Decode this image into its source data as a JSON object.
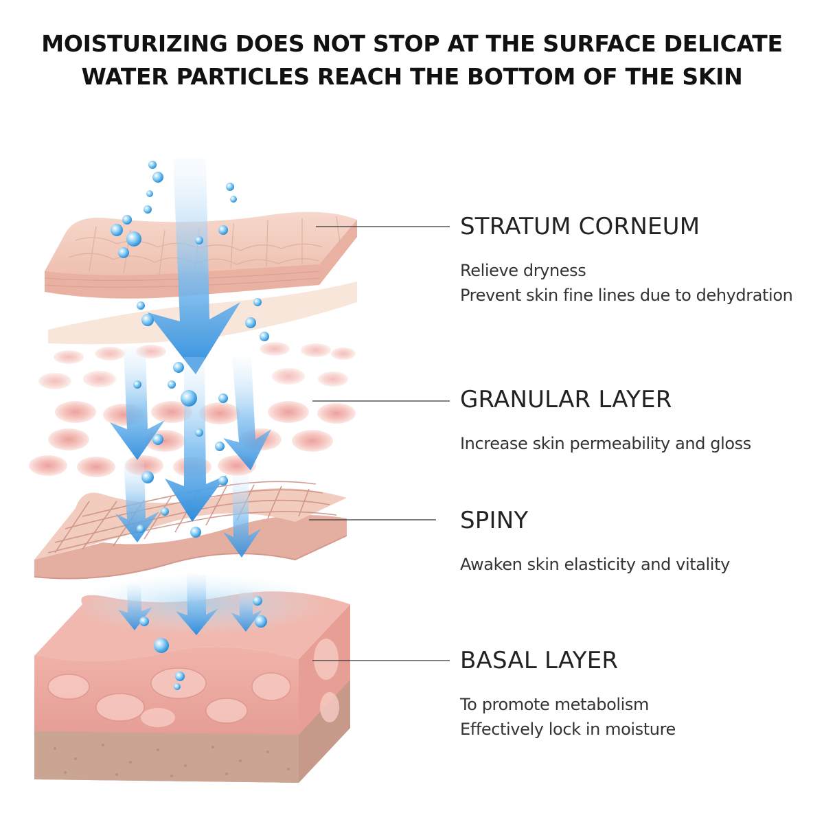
{
  "headline": {
    "line1": "MOISTURIZING DOES NOT STOP AT THE SURFACE DELICATE",
    "line2": "WATER PARTICLES REACH THE BOTTOM OF THE SKIN"
  },
  "layers": [
    {
      "title": "STRATUM CORNEUM",
      "desc": [
        "Relieve dryness",
        "Prevent skin fine lines due to dehydration"
      ]
    },
    {
      "title": "GRANULAR LAYER",
      "desc": [
        "Increase skin permeability and gloss"
      ]
    },
    {
      "title": "SPINY",
      "desc": [
        "Awaken skin elasticity and vitality"
      ]
    },
    {
      "title": "BASAL LAYER",
      "desc": [
        "To promote metabolism",
        "Effectively lock in moisture"
      ]
    }
  ],
  "colors": {
    "skin": "#f0c2b4",
    "skin_dark": "#d98f84",
    "water": "#4a9fe0",
    "basal": "#e8a59c",
    "text": "#222222"
  }
}
